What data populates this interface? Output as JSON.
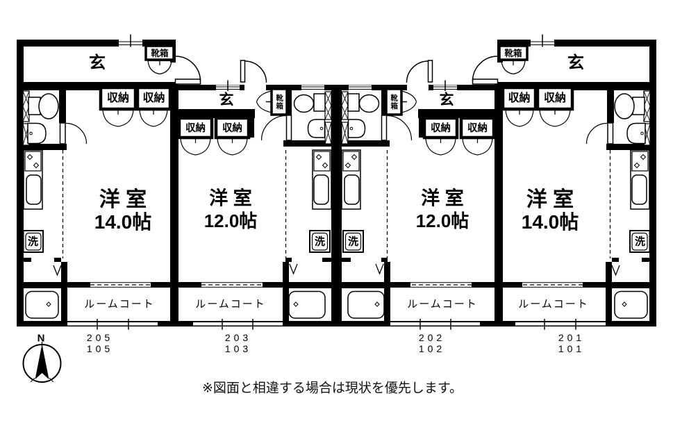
{
  "page": {
    "background": "#ffffff",
    "ink": "#000000"
  },
  "labels": {
    "entrance": "玄",
    "shoe_box": "靴箱",
    "storage": "収納",
    "laundry": "洗",
    "room_court": "ルームコート"
  },
  "units": [
    {
      "position": "left",
      "room_label": "洋 室",
      "size": "14.0帖",
      "number_upper": "205",
      "number_lower": "105"
    },
    {
      "position": "center-left",
      "room_label": "洋 室",
      "size": "12.0帖",
      "number_upper": "203",
      "number_lower": "103"
    },
    {
      "position": "center-right",
      "room_label": "洋 室",
      "size": "12.0帖",
      "number_upper": "202",
      "number_lower": "102"
    },
    {
      "position": "right",
      "room_label": "洋 室",
      "size": "14.0帖",
      "number_upper": "201",
      "number_lower": "101"
    }
  ],
  "compass": {
    "label": "N"
  },
  "footer": {
    "disclaimer": "※図面と相違する場合は現状を優先します。"
  }
}
